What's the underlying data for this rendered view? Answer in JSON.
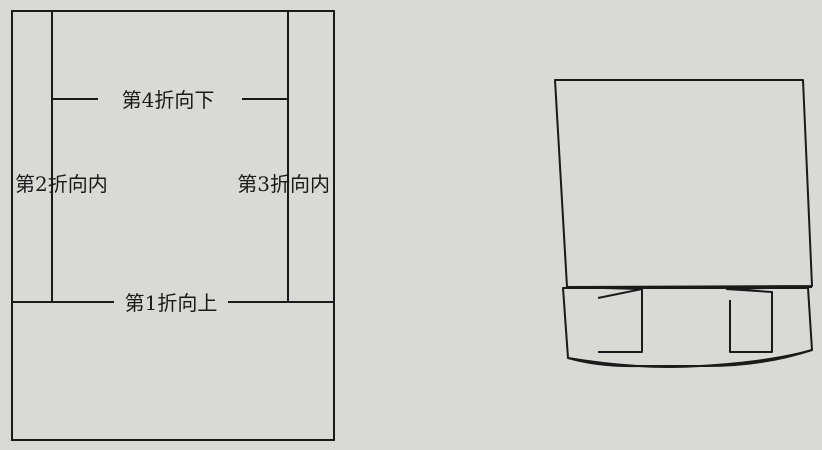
{
  "diagram": {
    "unfolded_labels": {
      "fold4": "第4折向下",
      "fold2": "第2折向内",
      "fold3": "第3折向内",
      "fold1": "第1折向上"
    }
  },
  "colors": {
    "background": "#d9d9d6",
    "line": "#1a1a1a",
    "paper": "#d9d9d6"
  }
}
